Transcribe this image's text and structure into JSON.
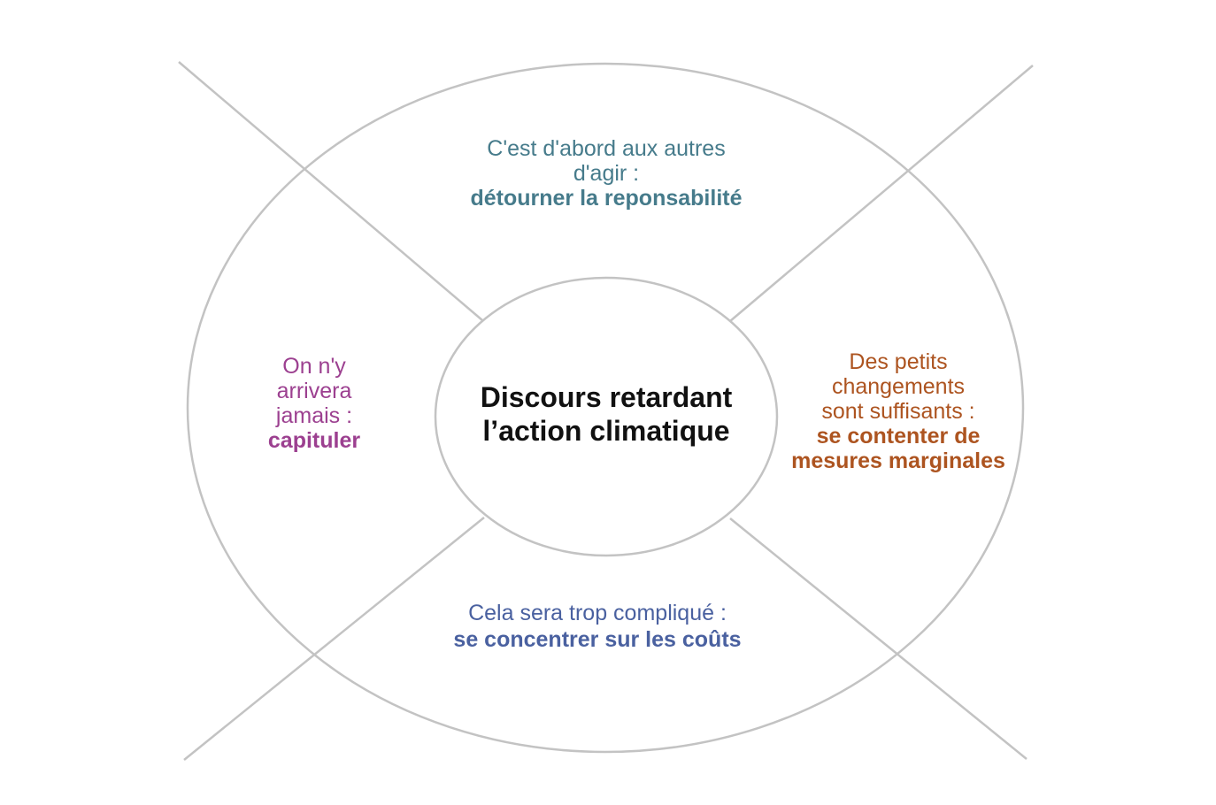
{
  "diagram": {
    "background": "#ffffff",
    "line_color": "#c3c3c3",
    "center": {
      "color": "#111111",
      "line1": "Discours retardant",
      "line2": "l’action climatique"
    },
    "quadrants": {
      "top": {
        "color": "#467b8b",
        "regular": [
          "C'est d'abord aux autres",
          "d'agir :"
        ],
        "bold": [
          "détourner la reponsabilité"
        ]
      },
      "left": {
        "color": "#9c4090",
        "regular": [
          "On n'y",
          "arrivera",
          "jamais :"
        ],
        "bold": [
          "capituler"
        ]
      },
      "right": {
        "color": "#ad5420",
        "regular": [
          "Des petits",
          "changements",
          "sont suffisants :"
        ],
        "bold": [
          "se contenter de",
          "mesures marginales"
        ]
      },
      "bottom": {
        "color": "#4a61a0",
        "regular": [
          "Cela sera trop compliqué :"
        ],
        "bold": [
          "se concentrer sur les coûts"
        ]
      }
    }
  }
}
